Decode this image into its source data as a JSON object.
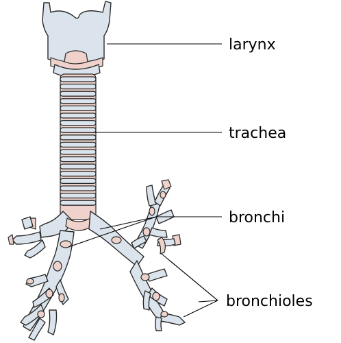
{
  "labels": {
    "larynx": "larynx",
    "trachea": "trachea",
    "bronchi": "bronchi",
    "bronchioles": "bronchioles"
  },
  "colors": {
    "cartilage": "#dbe4ec",
    "membrane": "#efd2cb",
    "outline": "#2a2a2a",
    "text": "#000000"
  }
}
